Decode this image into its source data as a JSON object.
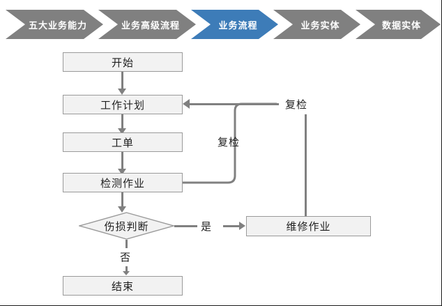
{
  "breadcrumb": {
    "items": [
      {
        "label": "五大业务能力",
        "state": "inactive"
      },
      {
        "label": "业务高级流程",
        "state": "inactive"
      },
      {
        "label": "业务流程",
        "state": "active"
      },
      {
        "label": "业务实体",
        "state": "inactive"
      },
      {
        "label": "数据实体",
        "state": "inactive"
      }
    ],
    "active_color": "#3d7cb8",
    "inactive_color": "#808080",
    "text_color": "#ffffff"
  },
  "flowchart": {
    "nodes": {
      "start": "开始",
      "work_plan": "工作计划",
      "work_order": "工单",
      "inspection": "检测作业",
      "decision": "伤损判断",
      "repair": "维修作业",
      "end": "结束"
    },
    "edge_labels": {
      "yes": "是",
      "no": "否",
      "recheck_inner": "复检",
      "recheck_outer": "复检"
    },
    "node_fill": "#f2f2f2",
    "node_border": "#9a9a9a",
    "connector_color": "#808080",
    "text_color": "#1f1f1f"
  }
}
